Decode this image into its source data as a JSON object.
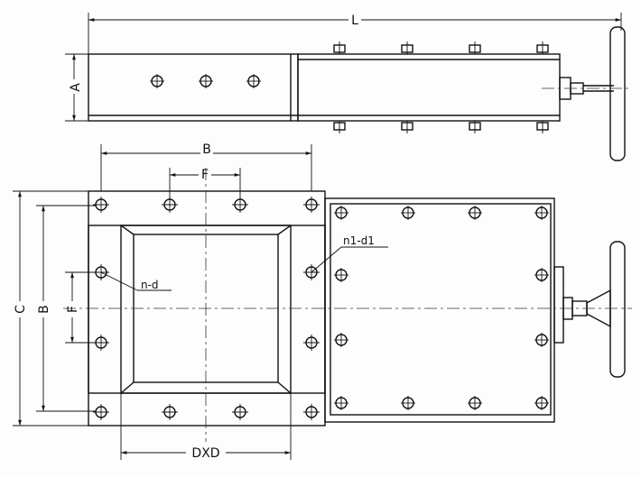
{
  "labels": {
    "L": "L",
    "A": "A",
    "B_top": "B",
    "F_top": "F",
    "C": "C",
    "B_side": "B",
    "F_side": "F",
    "n_d": "n-d",
    "n1_d1": "n1-d1",
    "DxD": "DXD"
  },
  "colors": {
    "line": "#111111",
    "paper": "#fdfdfd"
  },
  "icons": {
    "handwheel": "handwheel-icon",
    "hole": "bolt-hole-icon",
    "bolt": "bolt-head-icon"
  }
}
